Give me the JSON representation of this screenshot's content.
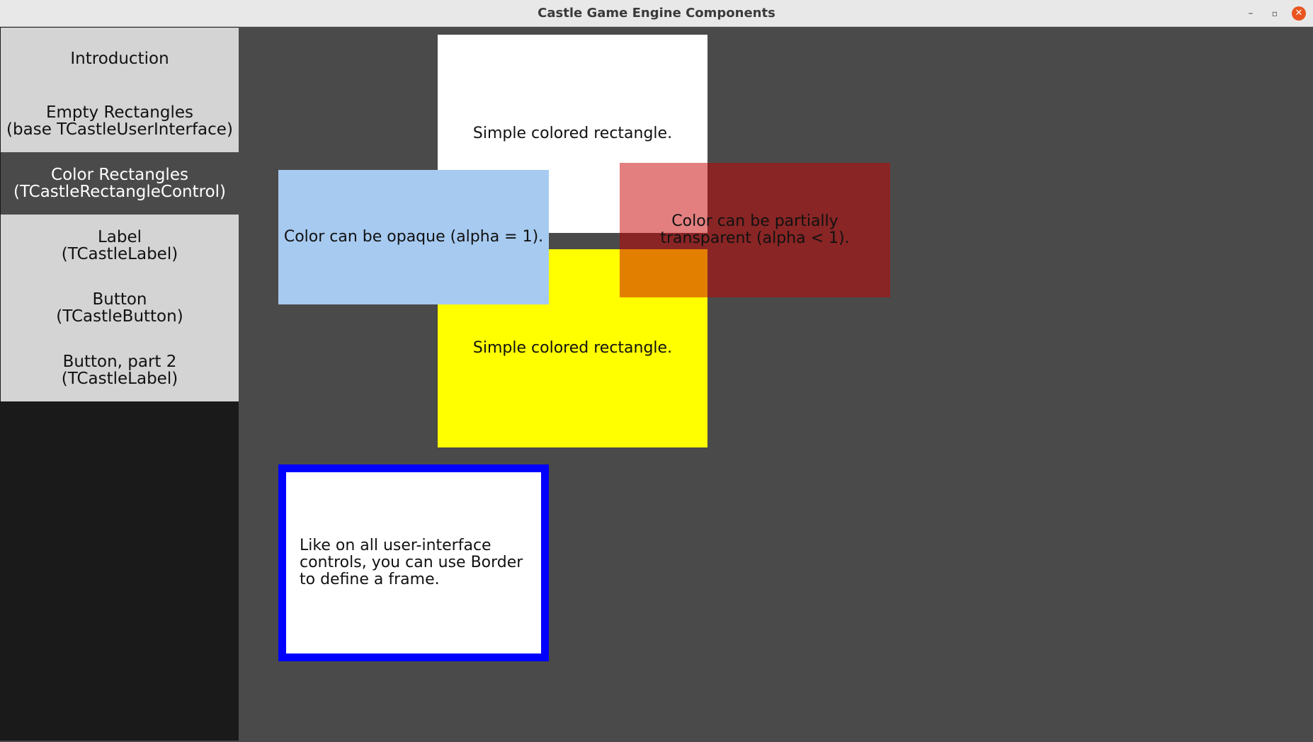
{
  "window": {
    "title": "Castle Game Engine Components",
    "controls": {
      "minimize": "–",
      "maximize": "▫",
      "close": "✕"
    }
  },
  "sidebar": {
    "items": [
      {
        "label": "Introduction",
        "active": false
      },
      {
        "label": "Empty Rectangles\n(base TCastleUserInterface)",
        "active": false
      },
      {
        "label": "Color Rectangles\n(TCastleRectangleControl)",
        "active": true
      },
      {
        "label": "Label\n(TCastleLabel)",
        "active": false
      },
      {
        "label": "Button\n(TCastleButton)",
        "active": false
      },
      {
        "label": "Button, part 2\n(TCastleLabel)",
        "active": false
      }
    ]
  },
  "demo": {
    "white_rect": {
      "text": "Simple colored rectangle.",
      "color": "#ffffff"
    },
    "yellow_rect": {
      "text": "Simple colored rectangle.",
      "color": "#ffff00"
    },
    "blue_rect": {
      "text": "Color can be opaque (alpha = 1).",
      "color": "#a7caf0"
    },
    "red_rect": {
      "text": "Color can be partially\ntransparent (alpha < 1).",
      "color": "#c80000",
      "alpha": 0.5
    },
    "border_rect": {
      "text": "Like on all user-interface\ncontrols, you can use Border\nto define a frame.",
      "border_color": "#0000ff"
    }
  },
  "colors": {
    "background": "#4a4a4a",
    "sidebar_item": "#d4d4d4",
    "sidebar_active": "#4a4a4a",
    "sidebar_empty": "#1a1a1a",
    "close_button": "#e95420"
  }
}
